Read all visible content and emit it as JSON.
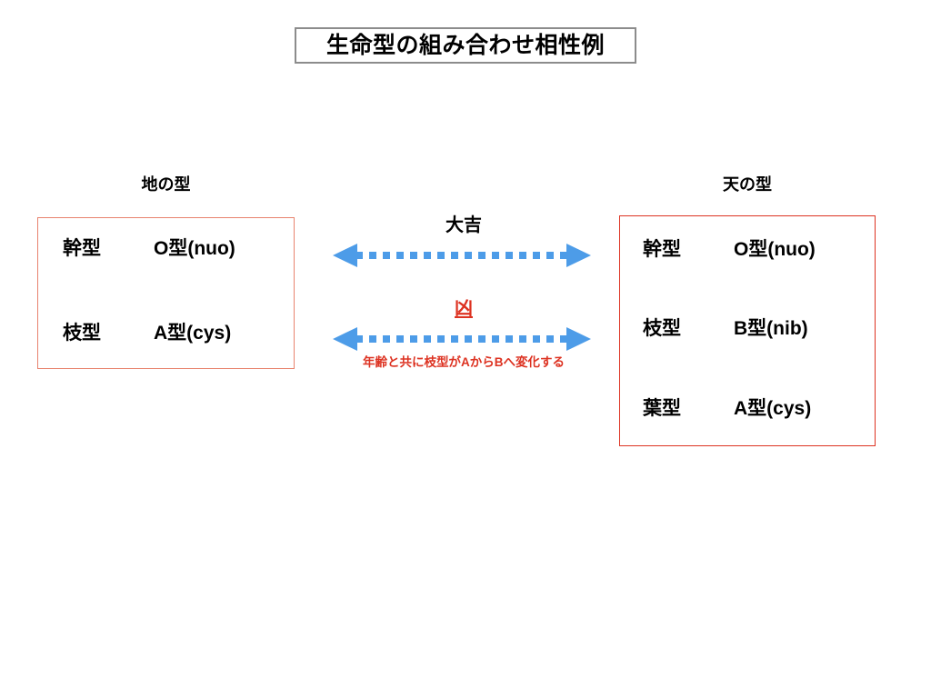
{
  "slide": {
    "title": "生命型の組み合わせ相性例",
    "title_border_color": "#8c8c8c",
    "background_color": "#ffffff"
  },
  "columns": [
    {
      "id": "chi",
      "heading": "地の型",
      "border_color": "#e8836e",
      "rows": [
        {
          "label": "幹型",
          "value": "O型(nuo)"
        },
        {
          "label": "枝型",
          "value": "A型(cys)"
        }
      ]
    },
    {
      "id": "ten",
      "heading": "天の型",
      "border_color": "#dd3322",
      "rows": [
        {
          "label": "幹型",
          "value": "O型(nuo)"
        },
        {
          "label": "枝型",
          "value": "B型(nib)"
        },
        {
          "label": "葉型",
          "value": "A型(cys)"
        }
      ]
    }
  ],
  "connectors": [
    {
      "id": "daikichi",
      "label": "大吉",
      "label_color": "#000000",
      "arrow_color": "#4d9ce8",
      "arrow_style": "dotted-double-headed",
      "underline": false
    },
    {
      "id": "kyou",
      "label": "凶",
      "label_color": "#dd3322",
      "arrow_color": "#4d9ce8",
      "arrow_style": "dotted-double-headed",
      "underline": true
    }
  ],
  "note": {
    "text": "年齢と共に枝型がAからBへ変化する",
    "color": "#dd3322"
  }
}
